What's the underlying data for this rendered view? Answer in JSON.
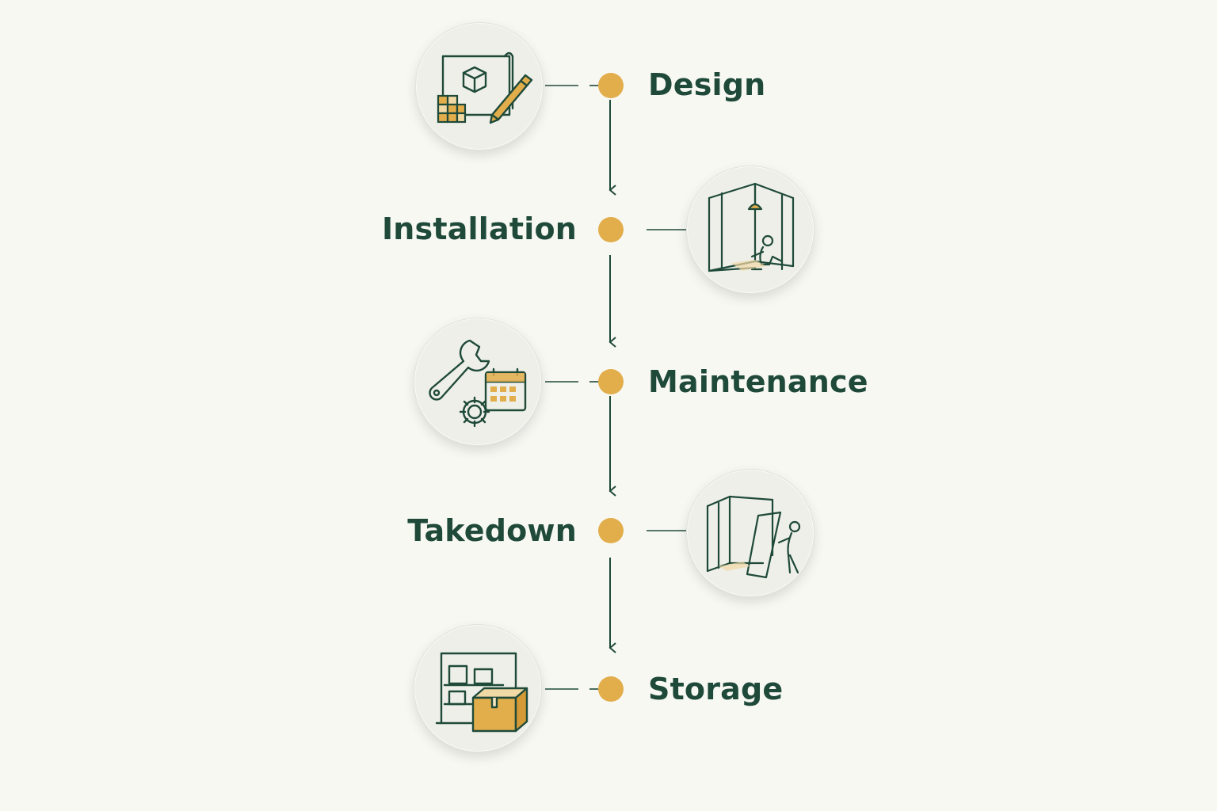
{
  "colors": {
    "primary": "#1f4a3a",
    "accent": "#e2ad4b",
    "circle_fill": "#eeefe8",
    "background": "#f8f8f3"
  },
  "steps": [
    {
      "label": "Design",
      "icon": "blueprint-pencil-icon"
    },
    {
      "label": "Installation",
      "icon": "booth-install-icon"
    },
    {
      "label": "Maintenance",
      "icon": "wrench-calendar-gear-icon"
    },
    {
      "label": "Takedown",
      "icon": "booth-takedown-icon"
    },
    {
      "label": "Storage",
      "icon": "shelf-boxes-icon"
    }
  ]
}
